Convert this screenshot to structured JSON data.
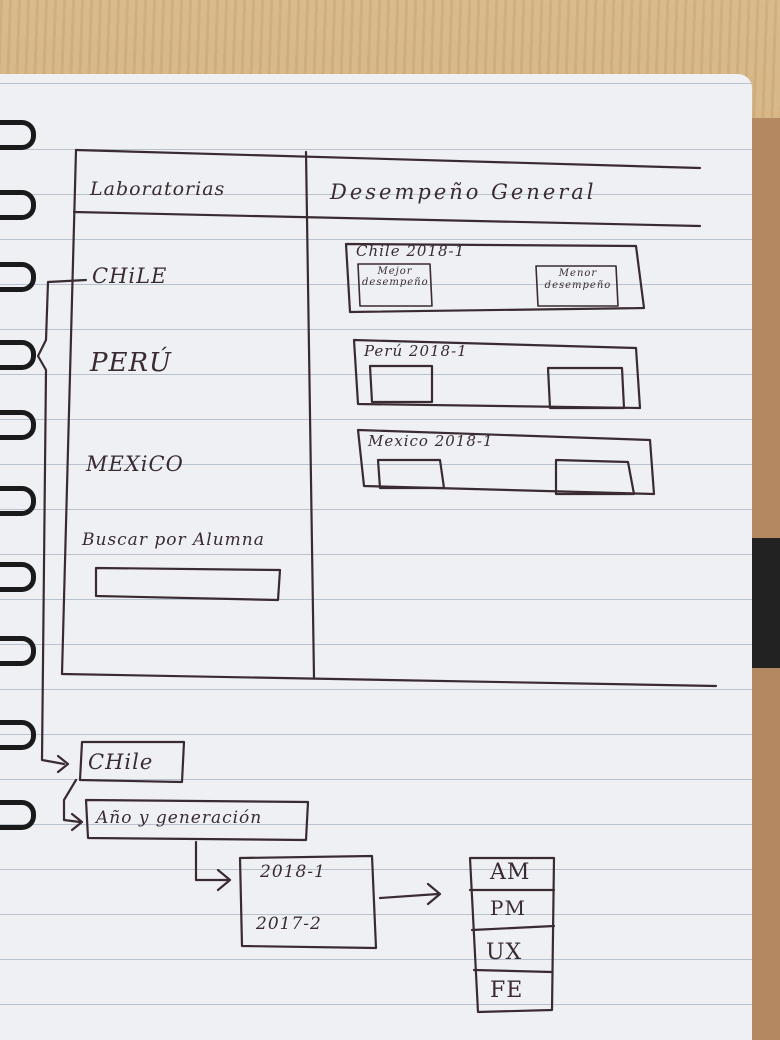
{
  "header": {
    "col_left": "Laboratorias",
    "col_right": "Desempeño General"
  },
  "sidebar": {
    "items": [
      {
        "label": "CHiLE"
      },
      {
        "label": "PERÚ"
      },
      {
        "label": "MEXiCO"
      }
    ],
    "search_label": "Buscar por Alumna"
  },
  "cards": [
    {
      "title": "Chile 2018-1",
      "left_box": "Mejor desempeño",
      "right_box": "Menor desempeño"
    },
    {
      "title": "Perú 2018-1"
    },
    {
      "title": "Mexico 2018-1"
    }
  ],
  "flow": {
    "country": "CHile",
    "year_gen": "Año y generación",
    "options": [
      "2018-1",
      "2017-2"
    ],
    "tracks": [
      "AM",
      "PM",
      "UX",
      "FE"
    ]
  },
  "ink_color": "#3a2b33"
}
